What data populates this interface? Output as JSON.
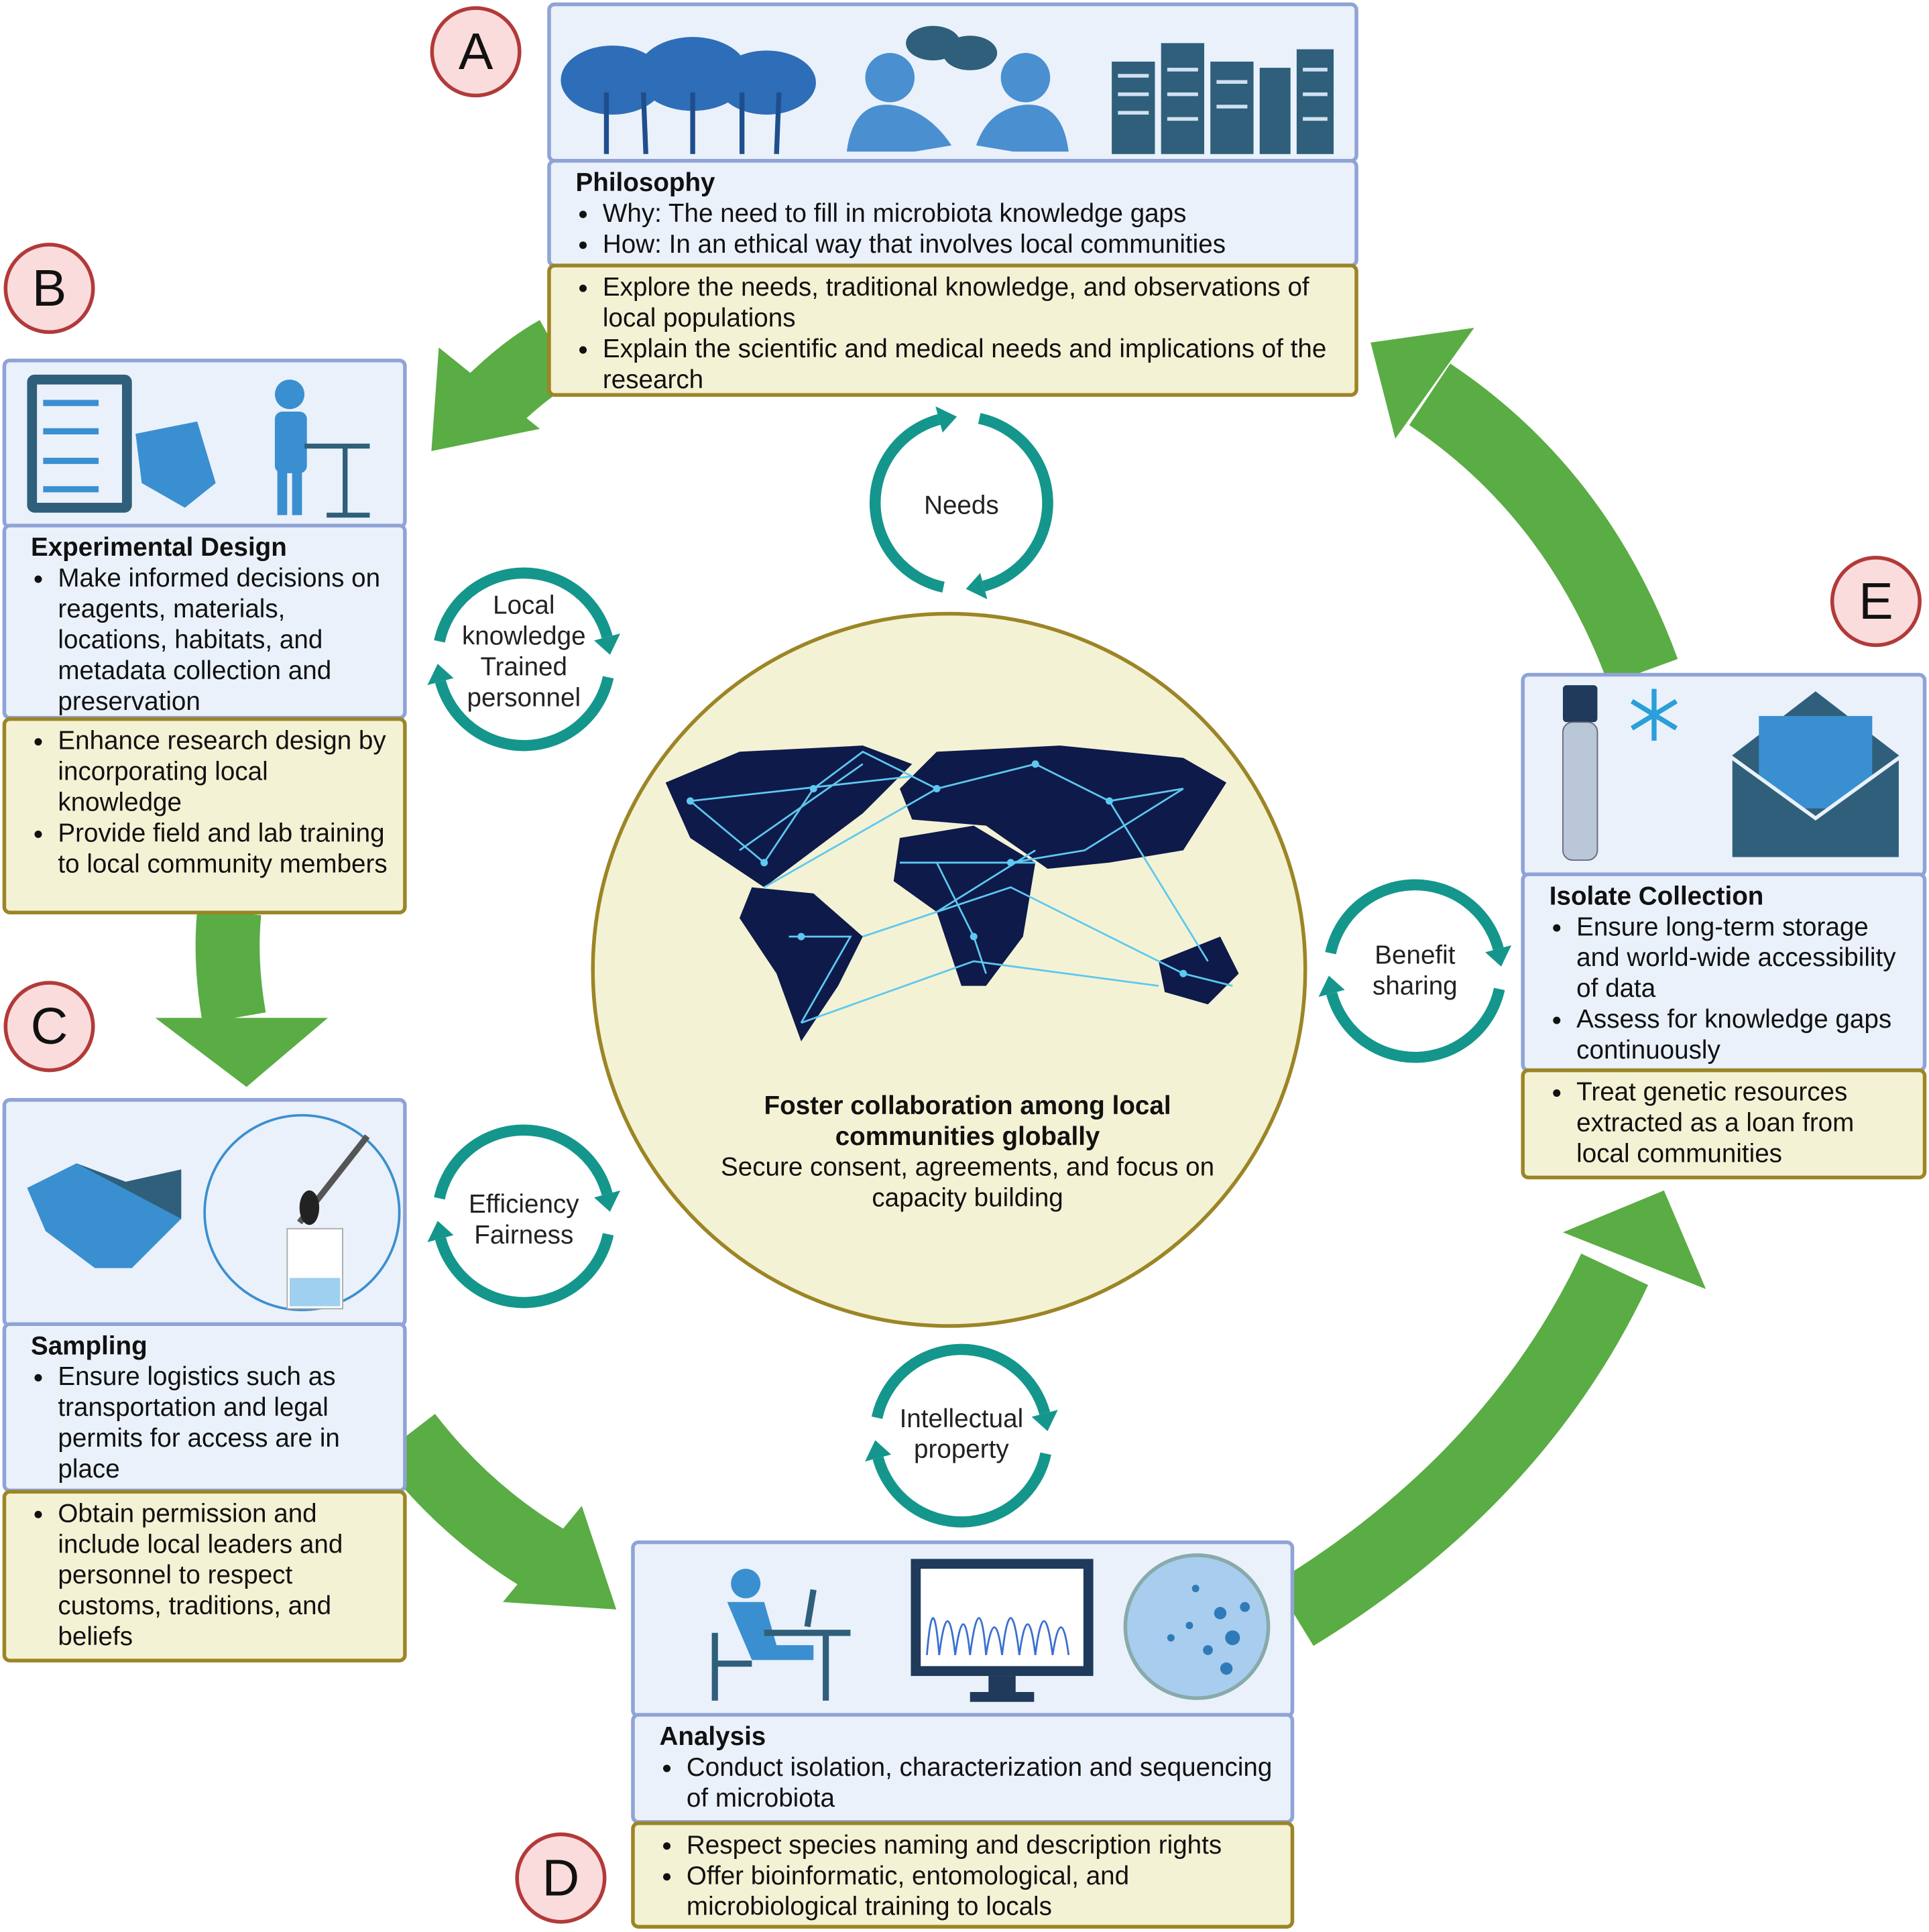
{
  "badges": {
    "a": "A",
    "b": "B",
    "c": "C",
    "d": "D",
    "e": "E"
  },
  "panels": {
    "a": {
      "title": "Philosophy",
      "points": [
        "Why: The need to fill in microbiota knowledge gaps",
        "How: In an ethical way that involves local communities"
      ],
      "local": [
        "Explore the needs, traditional knowledge, and observations of local populations",
        "Explain the scientific and medical needs and implications of the research"
      ]
    },
    "b": {
      "title": "Experimental Design",
      "points": [
        "Make informed decisions on reagents, materials, locations, habitats, and metadata collection and preservation"
      ],
      "local": [
        "Enhance research design by incorporating local knowledge",
        "Provide field and lab training to local community members"
      ]
    },
    "c": {
      "title": "Sampling",
      "points": [
        "Ensure logistics such as transportation and legal permits for access are in place"
      ],
      "local": [
        "Obtain permission and include local leaders and personnel to respect customs, traditions, and beliefs"
      ]
    },
    "d": {
      "title": "Analysis",
      "points": [
        "Conduct isolation, characterization and sequencing of microbiota"
      ],
      "local": [
        "Respect species naming and description rights",
        "Offer bioinformatic, entomological, and microbiological training to locals"
      ]
    },
    "e": {
      "title": "Isolate Collection",
      "points": [
        "Ensure long-term storage and world-wide accessibility of data",
        "Assess for knowledge gaps continuously"
      ],
      "local": [
        "Treat genetic resources extracted as a loan from local communities"
      ]
    }
  },
  "cycles": {
    "needs": "Needs",
    "local1": "Local",
    "local2": "knowledge",
    "local3": "Trained",
    "local4": "personnel",
    "benefit1": "Benefit",
    "benefit2": "sharing",
    "eff1": "Efficiency",
    "eff2": "Fairness",
    "ip1": "Intellectual",
    "ip2": "property"
  },
  "center": {
    "title": "Foster collaboration among local communities globally",
    "subtitle": "Secure consent, agreements, and focus on capacity building"
  },
  "colors": {
    "arrow": "#5aac44",
    "cycle": "#14968c",
    "panel_blue": "#eaf1fb",
    "panel_yellow": "#f4f2d4",
    "badge": "#fbdcdc",
    "map": "#0d1a4a",
    "map_lines": "#5ec8f0"
  }
}
